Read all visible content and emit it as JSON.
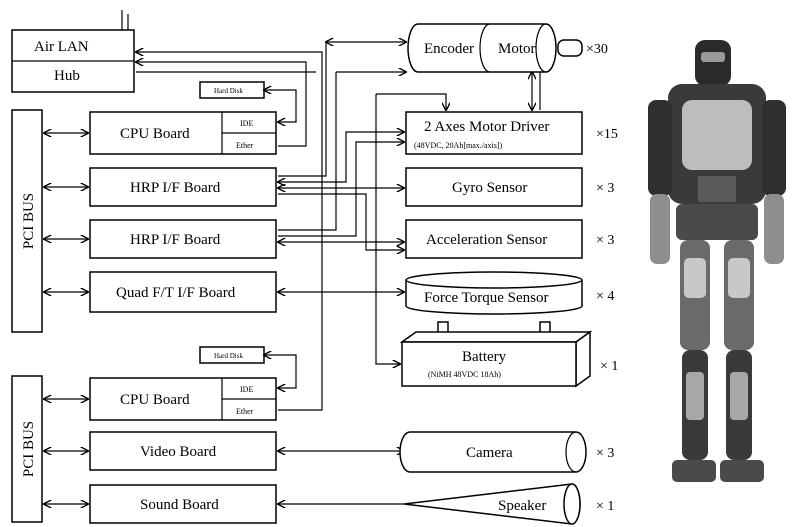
{
  "air_lan": {
    "top": "Air LAN",
    "bottom": "Hub"
  },
  "pci_bus_label": "PCI  BUS",
  "upper_cpu": {
    "label": "CPU Board",
    "ide": "IDE",
    "ether": "Ether",
    "hard_disk": "Hard Disk"
  },
  "lower_cpu": {
    "label": "CPU Board",
    "ide": "IDE",
    "ether": "Ether",
    "hard_disk": "Hard Disk"
  },
  "boards": {
    "hrp1": "HRP I/F Board",
    "hrp2": "HRP I/F Board",
    "quad": "Quad F/T I/F Board",
    "video": "Video Board",
    "sound": "Sound Board"
  },
  "devices": {
    "encoder": "Encoder",
    "motor": "Motor",
    "motor_mult": "×30",
    "driver_title": "2 Axes Motor Driver",
    "driver_sub": "(48VDC, 20Ah[max./axis])",
    "driver_mult": "×15",
    "gyro": "Gyro Sensor",
    "gyro_mult": "× 3",
    "accel": "Acceleration Sensor",
    "accel_mult": "× 3",
    "force": "Force Torque Sensor",
    "force_mult": "× 4",
    "battery_title": "Battery",
    "battery_sub": "(NiMH 48VDC 18Ah)",
    "battery_mult": "× 1",
    "camera": "Camera",
    "camera_mult": "× 3",
    "speaker": "Speaker",
    "speaker_mult": "× 1"
  }
}
